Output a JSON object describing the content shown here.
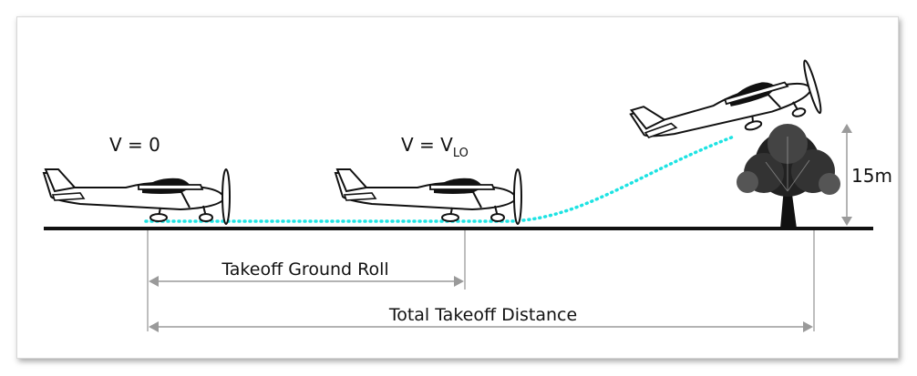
{
  "labels": {
    "v_zero": "V = 0",
    "v_lo_prefix": "V = V",
    "v_lo_sub": "LO",
    "height": "15m",
    "ground_roll": "Takeoff Ground Roll",
    "total_distance": "Total Takeoff Distance"
  },
  "colors": {
    "trajectory": "#1ee3e3",
    "ground": "#111111",
    "dimension": "#9a9a9a"
  },
  "icons": [
    "airplane-icon",
    "tree-icon"
  ]
}
